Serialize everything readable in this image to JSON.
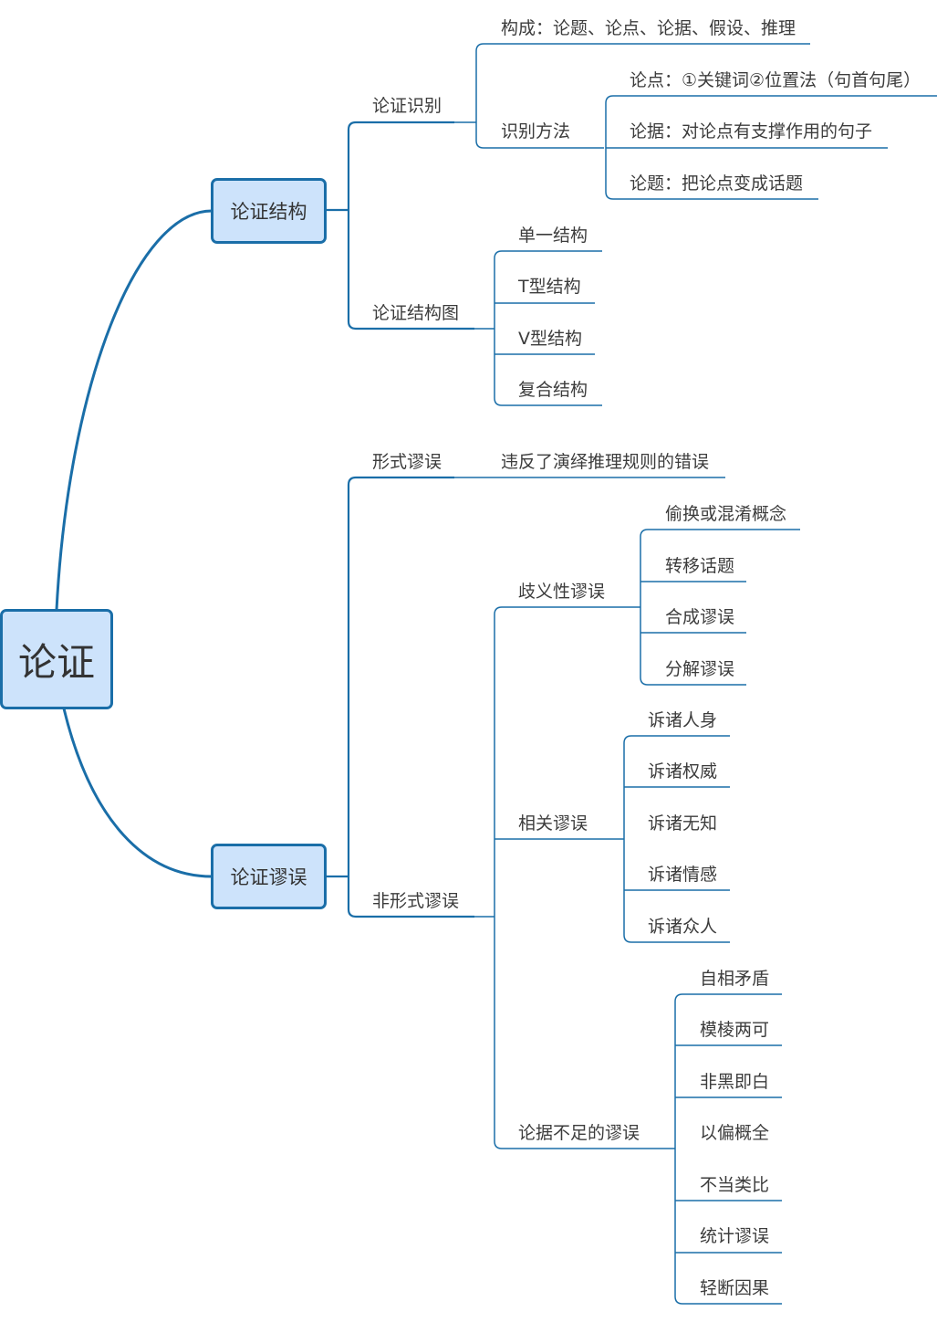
{
  "root": "论证",
  "structure": {
    "title": "论证结构",
    "identify": {
      "title": "论证识别",
      "composition": "构成：论题、论点、论据、假设、推理",
      "method": {
        "title": "识别方法",
        "items": [
          "论点：①关键词②位置法（句首句尾）",
          "论据：对论点有支撑作用的句子",
          "论题：把论点变成话题"
        ]
      }
    },
    "diagram": {
      "title": "论证结构图",
      "items": [
        "单一结构",
        "T型结构",
        "V型结构",
        "复合结构"
      ]
    }
  },
  "fallacy": {
    "title": "论证谬误",
    "formal": {
      "title": "形式谬误",
      "desc": "违反了演绎推理规则的错误"
    },
    "informal": {
      "title": "非形式谬误",
      "ambiguity": {
        "title": "歧义性谬误",
        "items": [
          "偷换或混淆概念",
          "转移话题",
          "合成谬误",
          "分解谬误"
        ]
      },
      "relevance": {
        "title": "相关谬误",
        "items": [
          "诉诸人身",
          "诉诸权威",
          "诉诸无知",
          "诉诸情感",
          "诉诸众人"
        ]
      },
      "insufficient": {
        "title": "论据不足的谬误",
        "items": [
          "自相矛盾",
          "模棱两可",
          "非黑即白",
          "以偏概全",
          "不当类比",
          "统计谬误",
          "轻断因果"
        ]
      }
    }
  },
  "colors": {
    "line": "#1a6ea8",
    "node_fill": "#cde3fb",
    "text": "#3c3c3c"
  }
}
